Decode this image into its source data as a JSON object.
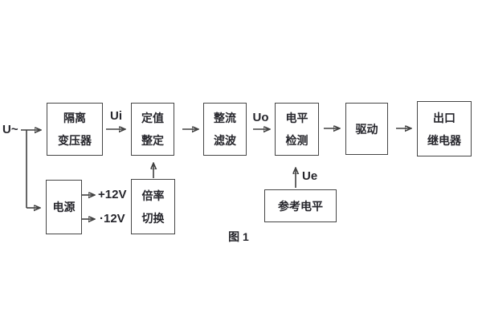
{
  "figure": {
    "caption": "图 1",
    "source_label": "U~",
    "signals": {
      "ui": "Ui",
      "uo": "Uo",
      "ue": "Ue",
      "plus12": "+12V",
      "minus12": "·12V"
    },
    "blocks": {
      "isolation_transformer": {
        "line1": "隔离",
        "line2": "变压器"
      },
      "setpoint_adjust": {
        "line1": "定值",
        "line2": "整定"
      },
      "rectifier_filter": {
        "line1": "整流",
        "line2": "滤波"
      },
      "level_detection": {
        "line1": "电平",
        "line2": "检测"
      },
      "drive": {
        "label": "驱动"
      },
      "output_relay": {
        "line1": "出口",
        "line2": "继电器"
      },
      "power_supply": {
        "label": "电源"
      },
      "ratio_switch": {
        "line1": "倍率",
        "line2": "切换"
      },
      "reference_level": {
        "label": "参考电平"
      }
    },
    "colors": {
      "line": "#404040",
      "text": "#26262c",
      "background": "#ffffff"
    }
  }
}
